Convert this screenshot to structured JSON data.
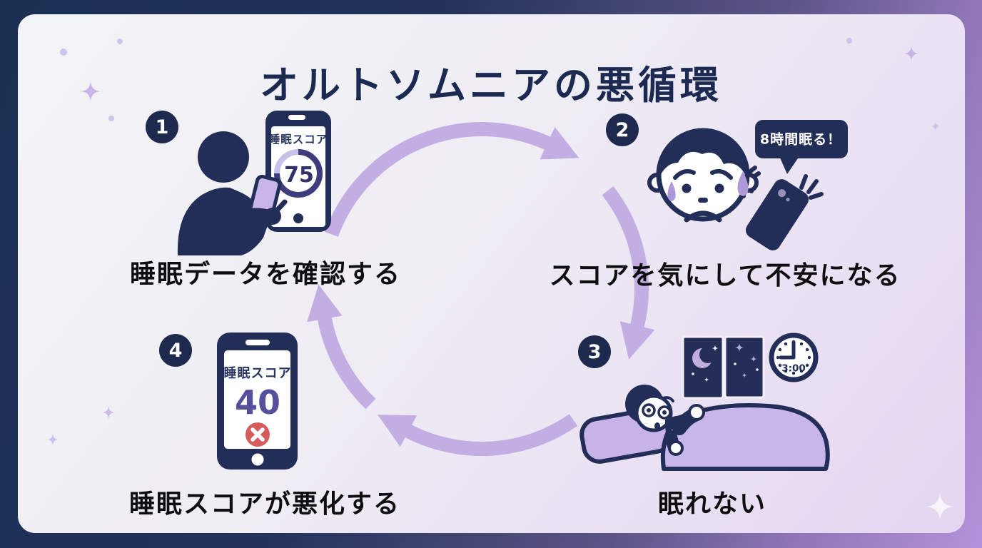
{
  "title": "オルトソムニアの悪循環",
  "steps": [
    {
      "number": "1",
      "label": "睡眠データを確認する"
    },
    {
      "number": "2",
      "label": "スコアを気にして不安になる"
    },
    {
      "number": "3",
      "label": "眠れない"
    },
    {
      "number": "4",
      "label": "睡眠スコアが悪化する"
    }
  ],
  "sleep_app_before": {
    "header": "睡眠スコア",
    "score": "75"
  },
  "sleep_app_after": {
    "header": "睡眠スコア",
    "score": "40"
  },
  "speech_bubble": {
    "text": "8時間眠る！"
  },
  "clock": {
    "time": "3:00"
  },
  "colors": {
    "navy": "#232E58",
    "badge_navy": "#1D2A4E",
    "title_navy": "#1C2A52",
    "arrow_purple": "#C3AEE3",
    "accent_purple": "#C9B5E9",
    "ring_light": "#C8C1E8",
    "ring_dark": "#3D3D7E",
    "score_good_color": "#32316B",
    "score_bad_color": "#56509C",
    "error_red": "#D65B5B",
    "label_text": "#0E0E10"
  }
}
